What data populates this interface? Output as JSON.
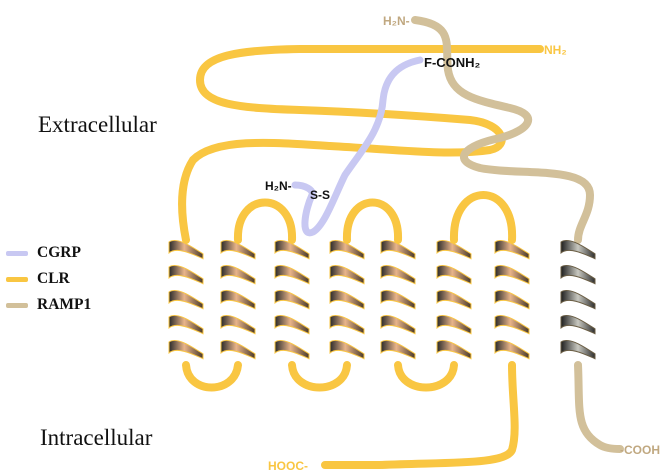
{
  "regions": {
    "extracellular": "Extracellular",
    "intracellular": "Intracellular"
  },
  "legend": [
    {
      "label": "CGRP",
      "color": "#c8c8f2"
    },
    {
      "label": "CLR",
      "color": "#f9c642"
    },
    {
      "label": "RAMP1",
      "color": "#d2c09a"
    }
  ],
  "terminal_labels": {
    "ramp1_n": "H₂N-",
    "ramp1_c": "-COOH",
    "clr_n": "-NH₂",
    "clr_c": "HOOC-",
    "cgrp_n": "H₂N-",
    "cgrp_c": "F-CONH₂",
    "disulfide": "S-S"
  },
  "colors": {
    "clr": "#f9c642",
    "ramp1": "#d2c09a",
    "cgrp": "#c8c8f2",
    "text": "#111111"
  }
}
